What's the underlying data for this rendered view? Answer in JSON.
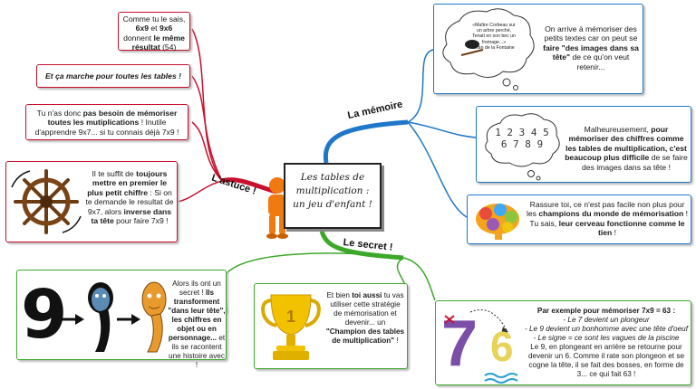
{
  "center": {
    "line1": "Les tables de",
    "line2": "multiplication :",
    "line3": "un jeu d'enfant !"
  },
  "branches": {
    "astuce": "L'astuce !",
    "memoire": "La mémoire",
    "secret": "Le secret !"
  },
  "astuce": {
    "n1": {
      "a": "Comme tu le sais, ",
      "b": "6x9",
      "c": " et ",
      "d": "9x6",
      "e": " donnent ",
      "f": "le même résultat",
      "g": " (54)"
    },
    "n2": "Et ça marche pour toutes les tables !",
    "n3": {
      "a": "Tu n'as donc ",
      "b": "pas besoin de mémoriser toutes les mutiplications",
      "c": " ! Inutile d'apprendre 9x7... si tu connais déjà 7x9 !"
    },
    "n4": {
      "a": "Il te suffit de ",
      "b": "toujours mettre en premier le plus petit chiffre",
      "c": " : Si on te demande le resultat de 9x7, alors ",
      "d": "inverse dans ta tête",
      "e": " pour faire 7x9 !"
    }
  },
  "memoire": {
    "n1": {
      "a": "On arrive à mémoriser des petits textes car on peut se ",
      "b": "faire \"des images dans sa tête\"",
      "c": " de ce qu'on veut retenir..."
    },
    "bubble": {
      "l1": "«Maître Corbeau sur",
      "l2": "un arbre perché,",
      "l3": "Tenait en son bec un",
      "l4": "fromage...»",
      "l5": "Jean de la Fontaine"
    },
    "n2": {
      "a": "Malheureusement, ",
      "b": "pour mémoriser des chiffres comme les tables de multiplication, c'est beaucoup plus difficile",
      "c": " de se faire des images dans sa tête !"
    },
    "digits": {
      "l1": "1 2 3 4 5",
      "l2": "6 7 8 9"
    },
    "n3": {
      "a": "Rassure toi, ce n'est pas facile non plus pour les ",
      "b": "champions du monde de mémorisation",
      "c": " ! Tu sais, ",
      "d": "leur cerveau fonctionne comme le tien",
      "e": " !"
    }
  },
  "secret": {
    "n1": {
      "a": "Alors ils ont un secret ! ",
      "b": "Ils transforment \"dans leur tête\", les chiffres en objet ou en personnage...",
      "c": " et ils se racontent une histoire avec !"
    },
    "n2": {
      "a": "Et bien ",
      "b": "toi aussi",
      "c": " tu vas utiliser cette stratégie de mémorisation et devenir... un ",
      "d": "\"Champion des tables de multiplication\"",
      "e": " !"
    },
    "n3": {
      "title": "Par exemple pour mémoriser 7x9 = 63 :",
      "l1": "- Le 7 devient un plongeur",
      "l2": "- Le 9 devient un bonhomme avec une tête d'oeuf",
      "l3": "- Le signe = ce sont les vagues de la piscine",
      "l4": "Le 9, en plongeant en arrière se retourne pour devenir un 6. Comme il rate son plongeon et se cogne la tête, il se fait des bosses, en forme de 3... ce qui fait 63 !"
    },
    "digits": {
      "nine": "9",
      "seven": "7",
      "six": "6"
    }
  },
  "colors": {
    "astuce": "#c8102e",
    "memoire": "#1f77c9",
    "secret": "#3ca82a",
    "trophy": "#f2c200"
  }
}
